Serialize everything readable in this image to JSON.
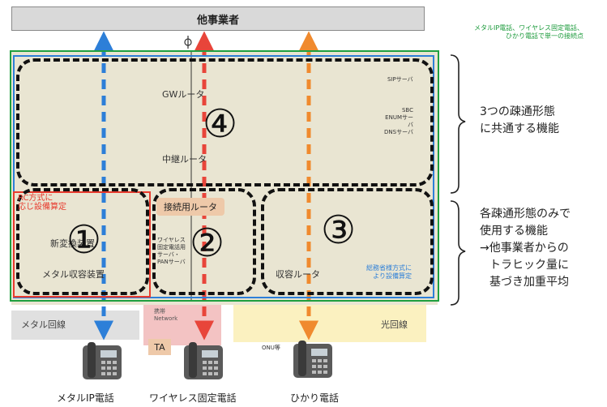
{
  "top_bar": {
    "label": "他事業者"
  },
  "note_green": {
    "line1": "メタルIP電話、ワイヤレス固定電話、",
    "line2": "ひかり電話で単一の接続点"
  },
  "sections": {
    "common": {
      "gw_router": "GWルータ",
      "relay_router": "中継ルータ",
      "sip_server": "SIPサーバ",
      "sbc": "SBC",
      "enum_server": "ENUMサーバ",
      "dns_server": "DNSサーバ",
      "number": "④"
    },
    "metal": {
      "red_note1": "RC方式に",
      "red_note2": "応じ設備算定",
      "new_device": "新変換装置",
      "metal_device": "メタル収容装置",
      "number": "①"
    },
    "wireless": {
      "access_router": "接続用ルータ",
      "servers": [
        "ワイヤレス",
        "固定電話用",
        "サーバ・",
        "PANサーバ"
      ],
      "number": "②"
    },
    "hikari": {
      "blue_note1": "総務省様方式に",
      "blue_note2": "より設備算定",
      "edge_router": "収容ルータ",
      "number": "③"
    }
  },
  "right_notes": {
    "common": [
      "3つの疎通形態",
      "に共通する機能"
    ],
    "each": [
      "各疎通形態のみで",
      "使用する機能",
      "→他事業者からの",
      "トラヒック量に",
      "基づき加重平均"
    ]
  },
  "lines": {
    "metal_line": "メタル回線",
    "hikari_line": "光回線",
    "mobile_network": "携帯\nNetwork",
    "ta": "TA",
    "onu": "ONU等"
  },
  "captions": [
    "メタルIP電話",
    "ワイヤレス固定電話",
    "ひかり電話"
  ],
  "colors": {
    "blue": "#2d7fd8",
    "red": "#e8453a",
    "orange": "#f08a2e",
    "green": "#1f9f3f"
  }
}
